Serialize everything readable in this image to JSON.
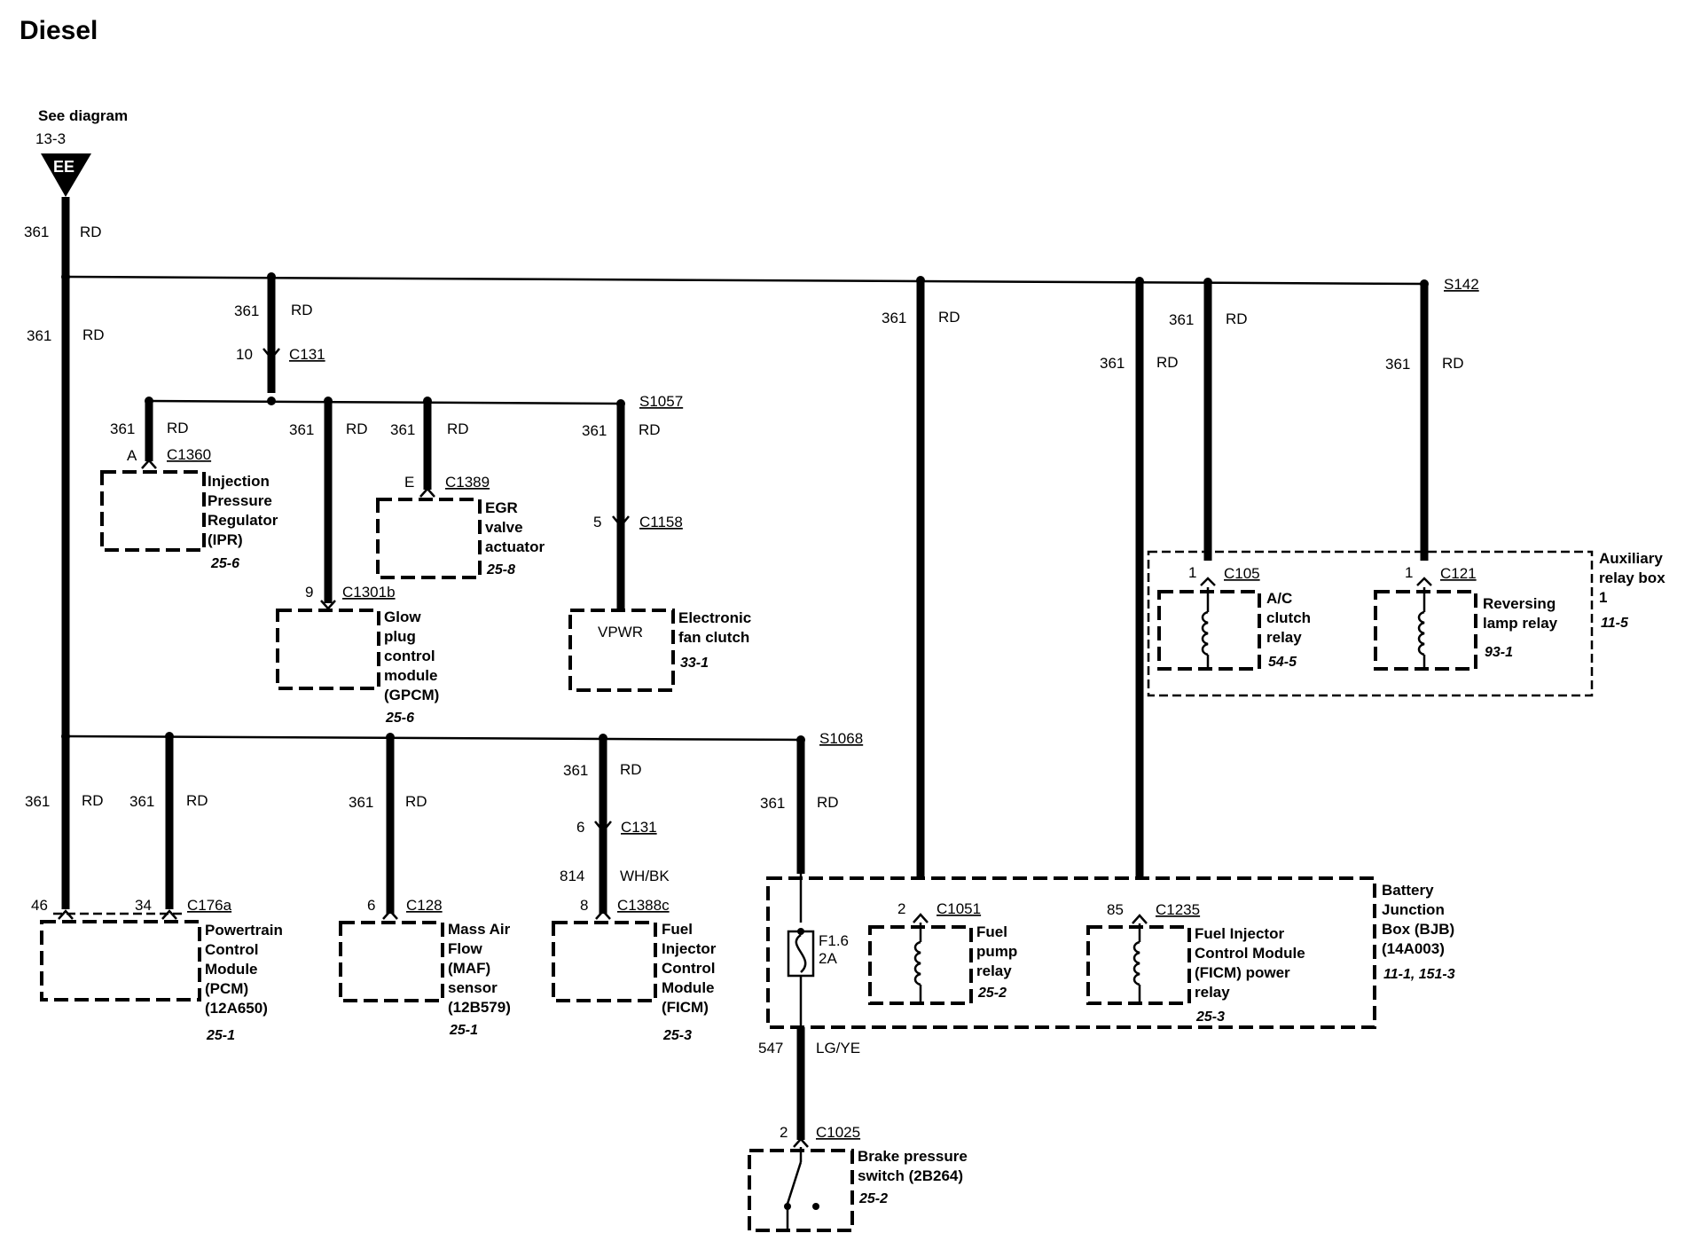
{
  "title": "Diesel",
  "source": {
    "line1": "See diagram",
    "line2": "13-3",
    "badge": "EE"
  },
  "wire": {
    "num": "361",
    "color": "RD"
  },
  "splices": {
    "s142": "S142",
    "s1057": "S1057",
    "s1068": "S1068"
  },
  "components": {
    "ipr": {
      "pin": "A",
      "connector": "C1360",
      "name": [
        "Injection",
        "Pressure",
        "Regulator",
        "(IPR)"
      ],
      "ref": "25-6"
    },
    "egr": {
      "pin": "E",
      "connector": "C1389",
      "name": [
        "EGR",
        "valve",
        "actuator"
      ],
      "ref": "25-8"
    },
    "gpcm": {
      "pin": "9",
      "connector": "C1301b",
      "name": [
        "Glow",
        "plug",
        "control",
        "module",
        "(GPCM)"
      ],
      "ref": "25-6"
    },
    "fan": {
      "pin": "5",
      "connector": "C1158",
      "inner": "VPWR",
      "name": [
        "Electronic",
        "fan clutch"
      ],
      "ref": "33-1"
    },
    "c131top": {
      "pin": "10",
      "connector": "C131"
    },
    "aux": {
      "name": [
        "Auxiliary",
        "relay box",
        "1"
      ],
      "ref": "11-5"
    },
    "ac": {
      "pin": "1",
      "connector": "C105",
      "name": [
        "A/C",
        "clutch",
        "relay"
      ],
      "ref": "54-5"
    },
    "rev": {
      "pin": "1",
      "connector": "C121",
      "name": [
        "Reversing",
        "lamp relay"
      ],
      "ref": "93-1"
    },
    "pcm": {
      "pin1": "46",
      "pin2": "34",
      "connector": "C176a",
      "name": [
        "Powertrain",
        "Control",
        "Module",
        "(PCM)",
        "(12A650)"
      ],
      "ref": "25-1"
    },
    "maf": {
      "pin": "6",
      "connector": "C128",
      "name": [
        "Mass Air",
        "Flow",
        "(MAF)",
        "sensor",
        "(12B579)"
      ],
      "ref": "25-1"
    },
    "ficm": {
      "pin_c131": "6",
      "connector_c131": "C131",
      "wire_num": "814",
      "wire_color": "WH/BK",
      "pin": "8",
      "connector": "C1388c",
      "name": [
        "Fuel",
        "Injector",
        "Control",
        "Module",
        "(FICM)"
      ],
      "ref": "25-3"
    },
    "bjb": {
      "name": [
        "Battery",
        "Junction",
        "Box (BJB)",
        "(14A003)"
      ],
      "ref": "11-1, 151-3"
    },
    "fuse": {
      "id": "F1.6",
      "rating": "2A"
    },
    "fpump": {
      "pin": "2",
      "connector": "C1051",
      "name": [
        "Fuel",
        "pump",
        "relay"
      ],
      "ref": "25-2"
    },
    "ficmrelay": {
      "pin": "85",
      "connector": "C1235",
      "name": [
        "Fuel Injector",
        "Control Module",
        "(FICM) power",
        "relay"
      ],
      "ref": "25-3"
    },
    "brake": {
      "wire_num": "547",
      "wire_color": "LG/YE",
      "pin": "2",
      "connector": "C1025",
      "name": [
        "Brake pressure",
        "switch (2B264)"
      ],
      "ref": "25-2"
    }
  }
}
